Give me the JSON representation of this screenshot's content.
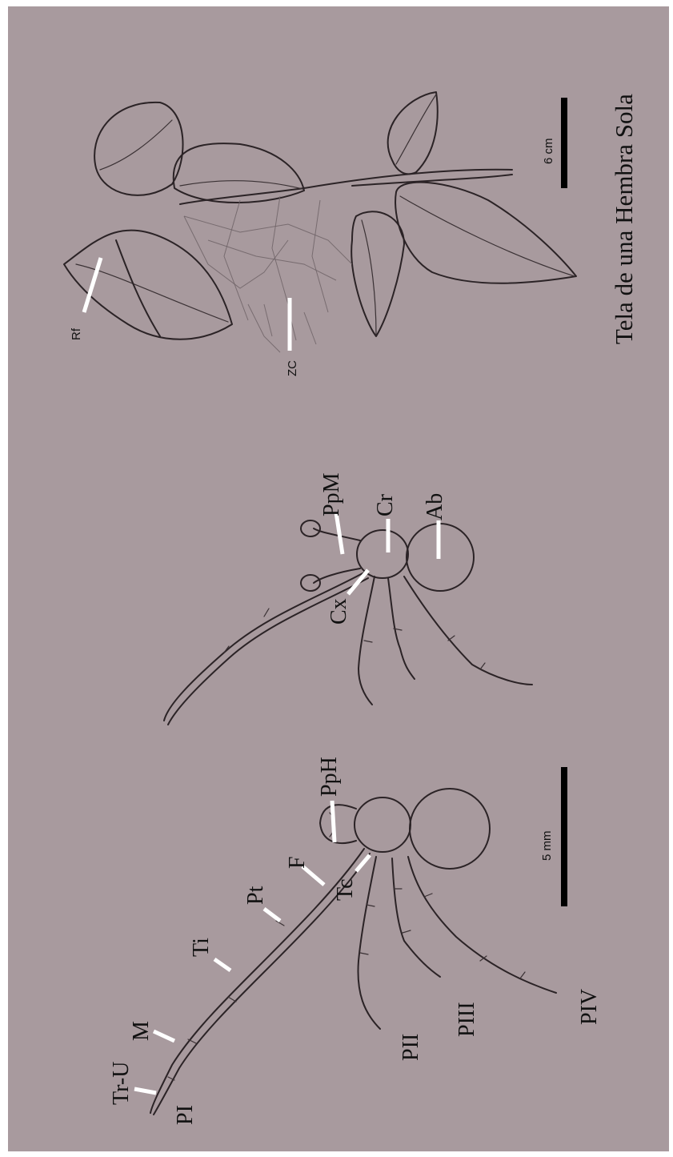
{
  "figure": {
    "title": "Tela de una Hembra Sola",
    "female_spider": {
      "legs": [
        "PI",
        "PII",
        "PIII",
        "PIV"
      ],
      "parts": [
        "Tr-U",
        "M",
        "Ti",
        "Pt",
        "F",
        "Tc",
        "PpH"
      ],
      "scale_bar": "5 mm"
    },
    "male_spider": {
      "parts": [
        "PpM",
        "Cr",
        "Ab",
        "Cx"
      ]
    },
    "web": {
      "parts": [
        "Rf",
        "ZC"
      ],
      "scale_bar": "6 cm"
    }
  },
  "colors": {
    "paper": "#a89a9e",
    "ink": "#2b2326",
    "pointer": "#ffffff"
  }
}
